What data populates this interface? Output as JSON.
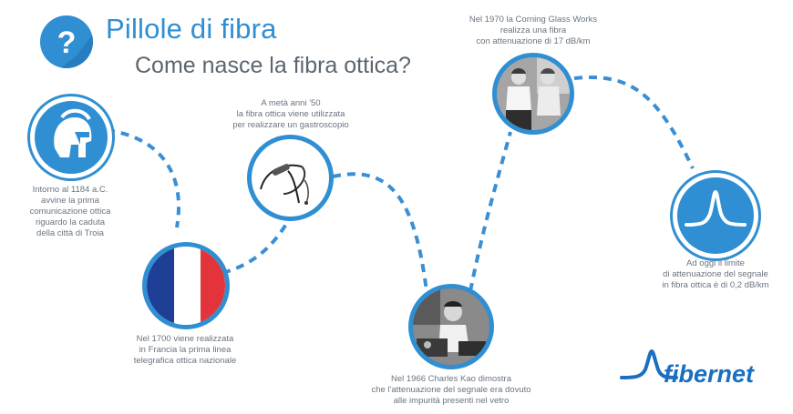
{
  "header": {
    "title": "Pillole di fibra",
    "subtitle": "Come nasce la fibra ottica?",
    "icon": "question-mark-icon"
  },
  "milestones": [
    {
      "id": "troy",
      "icon": "spartan-helmet-icon",
      "caption": "Intorno al 1184 a.C.\navvine la prima\ncomunicazione ottica\nriguardo la caduta\ndella città di Troia"
    },
    {
      "id": "france",
      "icon": "french-flag",
      "caption": "Nel 1700 viene realizzata\nin Francia la prima linea\ntelegrafica ottica nazionale"
    },
    {
      "id": "gastroscope",
      "icon": "gastroscope-image",
      "caption": "A metà anni '50\nla fibra ottica viene utilizzata\nper realizzare un gastroscopio"
    },
    {
      "id": "kao",
      "icon": "charles-kao-photo",
      "caption": "Nel 1966 Charles Kao dimostra\nche l'attenuazione del segnale era dovuto\nalle impurità presenti nel vetro"
    },
    {
      "id": "corning",
      "icon": "corning-researchers-photo",
      "caption": "Nel 1970 la Corning Glass Works\nrealizza una fibra\ncon attenuazione di 17 dB/km"
    },
    {
      "id": "today",
      "icon": "signal-peak-icon",
      "caption": "Ad oggi il limite\ndi attenuazione del segnale\nin fibra ottica è di 0,2 dB/km"
    }
  ],
  "brand": {
    "logo_text": "fibernet",
    "color": "#1a6fc0"
  },
  "colors": {
    "accent": "#2f8fd2",
    "dash": "#3a8fd4",
    "text": "#6a7480",
    "flag_blue": "#1f3f96",
    "flag_red": "#e3333b"
  }
}
